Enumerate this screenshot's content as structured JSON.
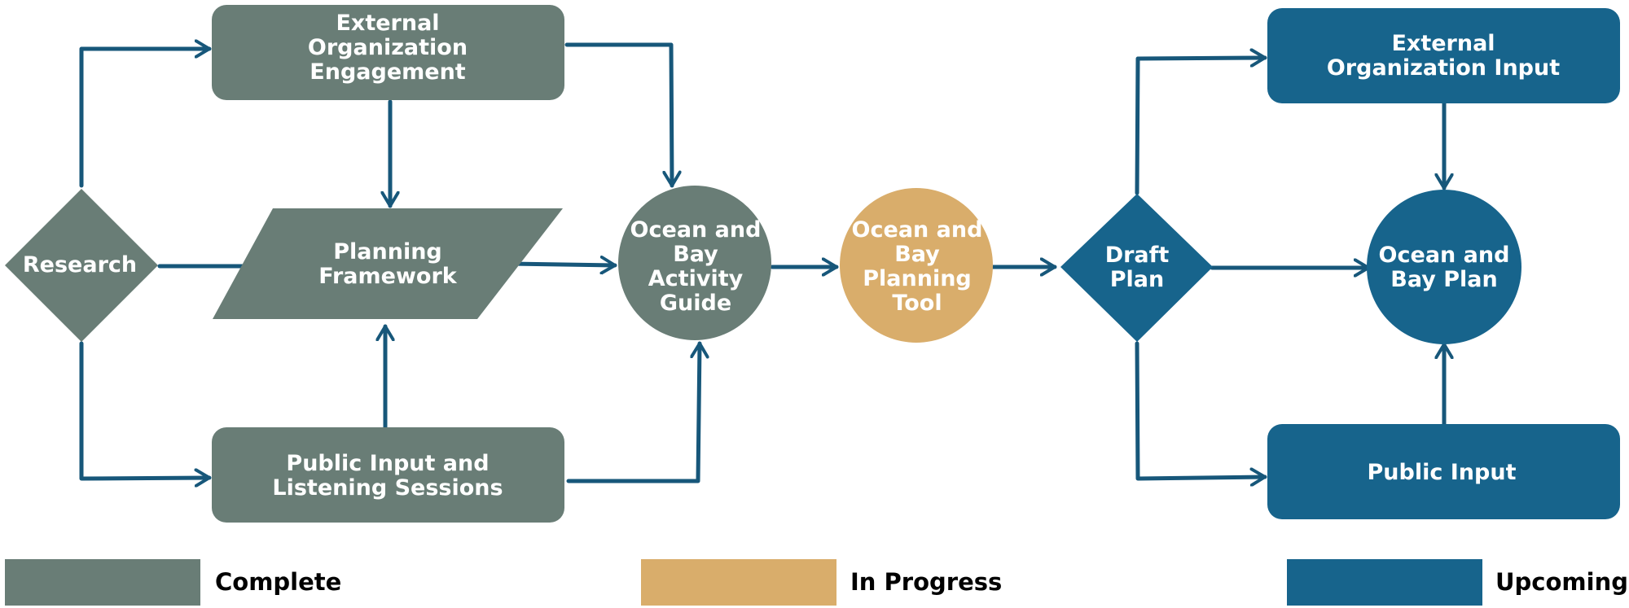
{
  "colors": {
    "complete": "#697d76",
    "in_progress": "#d9ad6b",
    "upcoming": "#17648c",
    "connector": "#17577a",
    "text_on_shape": "#ffffff",
    "legend_text": "#000000"
  },
  "nodes": {
    "research": {
      "label": [
        "Research"
      ],
      "status": "complete",
      "shape": "diamond"
    },
    "external_org_engagement": {
      "label": [
        "External",
        "Organization",
        "Engagement"
      ],
      "status": "complete",
      "shape": "rounded-rect"
    },
    "planning_framework": {
      "label": [
        "Planning",
        "Framework"
      ],
      "status": "complete",
      "shape": "parallelogram"
    },
    "public_input_listening": {
      "label": [
        "Public Input and",
        "Listening Sessions"
      ],
      "status": "complete",
      "shape": "rounded-rect"
    },
    "activity_guide": {
      "label": [
        "Ocean and",
        "Bay",
        "Activity",
        "Guide"
      ],
      "status": "complete",
      "shape": "circle"
    },
    "planning_tool": {
      "label": [
        "Ocean and",
        "Bay",
        "Planning",
        "Tool"
      ],
      "status": "in_progress",
      "shape": "circle"
    },
    "draft_plan": {
      "label": [
        "Draft",
        "Plan"
      ],
      "status": "upcoming",
      "shape": "diamond"
    },
    "external_org_input": {
      "label": [
        "External",
        "Organization Input"
      ],
      "status": "upcoming",
      "shape": "rounded-rect"
    },
    "public_input": {
      "label": [
        "Public Input"
      ],
      "status": "upcoming",
      "shape": "rounded-rect"
    },
    "ocean_bay_plan": {
      "label": [
        "Ocean and",
        "Bay Plan"
      ],
      "status": "upcoming",
      "shape": "circle"
    }
  },
  "edges": [
    {
      "from": "research",
      "to": "external_org_engagement"
    },
    {
      "from": "research",
      "to": "planning_framework"
    },
    {
      "from": "research",
      "to": "public_input_listening"
    },
    {
      "from": "external_org_engagement",
      "to": "planning_framework"
    },
    {
      "from": "public_input_listening",
      "to": "planning_framework"
    },
    {
      "from": "external_org_engagement",
      "to": "activity_guide"
    },
    {
      "from": "planning_framework",
      "to": "activity_guide"
    },
    {
      "from": "public_input_listening",
      "to": "activity_guide"
    },
    {
      "from": "activity_guide",
      "to": "planning_tool"
    },
    {
      "from": "planning_tool",
      "to": "draft_plan"
    },
    {
      "from": "draft_plan",
      "to": "external_org_input"
    },
    {
      "from": "draft_plan",
      "to": "ocean_bay_plan"
    },
    {
      "from": "draft_plan",
      "to": "public_input"
    },
    {
      "from": "external_org_input",
      "to": "ocean_bay_plan"
    },
    {
      "from": "public_input",
      "to": "ocean_bay_plan"
    }
  ],
  "legend": [
    {
      "label": "Complete",
      "status": "complete"
    },
    {
      "label": "In Progress",
      "status": "in_progress"
    },
    {
      "label": "Upcoming",
      "status": "upcoming"
    }
  ]
}
